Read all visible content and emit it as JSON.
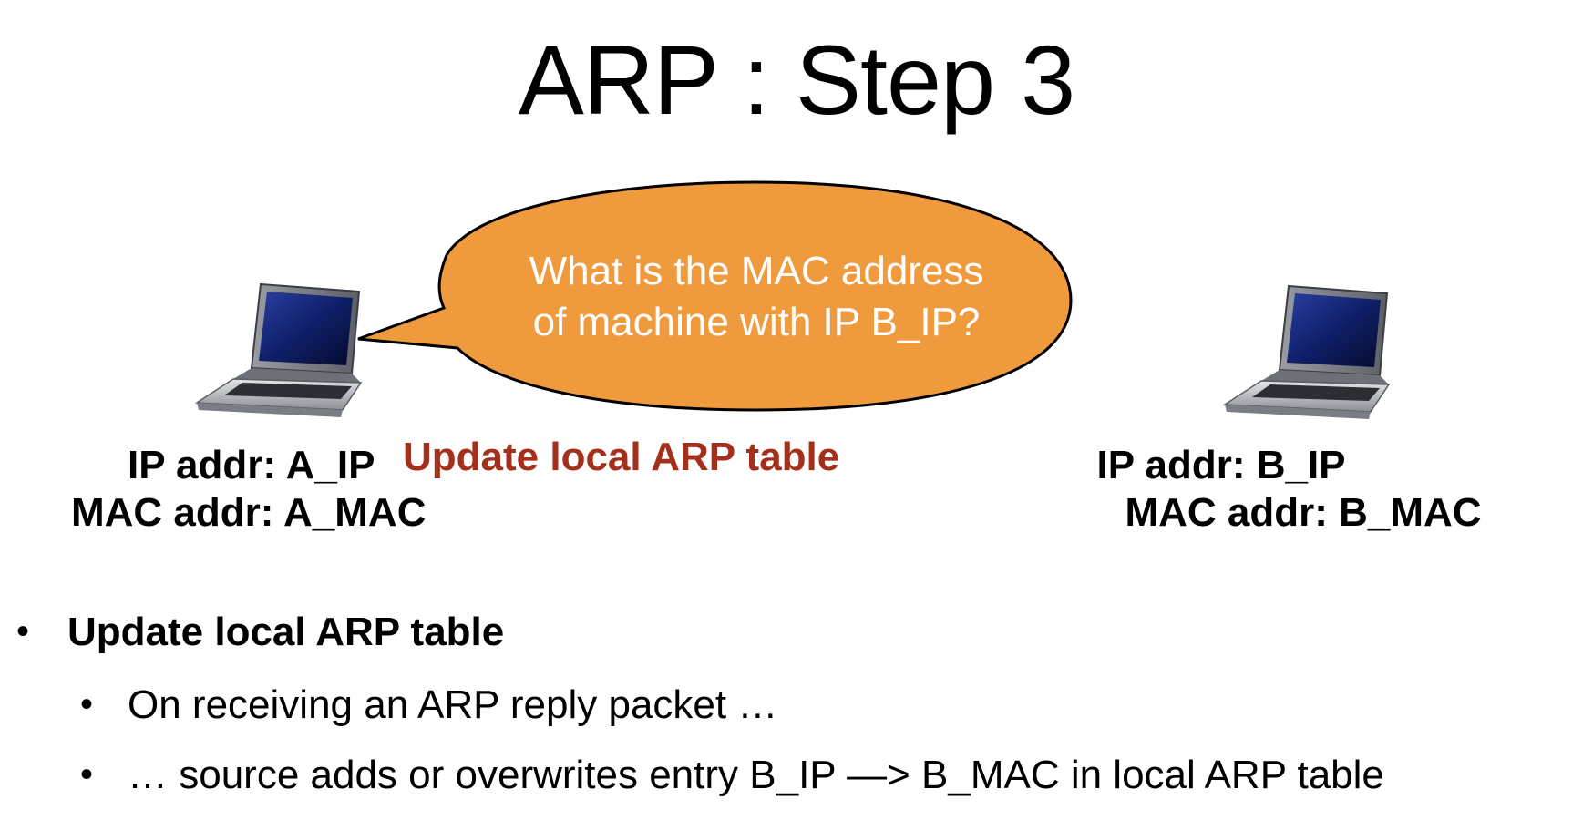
{
  "slide": {
    "title": "ARP : Step 3"
  },
  "diagram": {
    "speech_bubble": {
      "line1": "What is the MAC address",
      "line2": "of machine with IP B_IP?",
      "color": "#f09a3e"
    },
    "host_a": {
      "icon": "laptop-icon",
      "ip_label": "IP addr: A_IP",
      "mac_label": "MAC addr: A_MAC"
    },
    "host_b": {
      "icon": "laptop-icon",
      "ip_label": "IP addr: B_IP",
      "mac_label": "MAC addr: B_MAC"
    },
    "update_label": "Update local ARP table",
    "update_color": "#a4301c"
  },
  "bullets": {
    "main": "Update local ARP table",
    "sub": [
      "On receiving an ARP reply packet …",
      "… source adds or overwrites entry B_IP —> B_MAC in local ARP table"
    ]
  }
}
